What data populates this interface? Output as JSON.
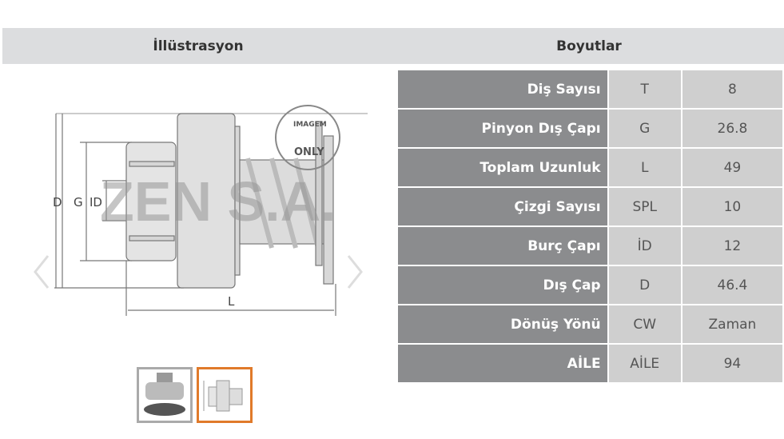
{
  "headers": {
    "illustration": "İllüstrasyon",
    "dimensions": "Boyutlar"
  },
  "drawing": {
    "labels": {
      "d": "D",
      "g": "G",
      "id": "ID",
      "l": "L"
    },
    "stamp": {
      "top": "IMAGEM",
      "bottom": "ONLY"
    },
    "watermark": "ZEN S.A."
  },
  "table": [
    {
      "label": "Diş Sayısı",
      "code": "T",
      "value": "8"
    },
    {
      "label": "Pinyon Dış Çapı",
      "code": "G",
      "value": "26.8"
    },
    {
      "label": "Toplam Uzunluk",
      "code": "L",
      "value": "49"
    },
    {
      "label": "Çizgi Sayısı",
      "code": "SPL",
      "value": "10"
    },
    {
      "label": "Burç Çapı",
      "code": "İD",
      "value": "12"
    },
    {
      "label": "Dış Çap",
      "code": "D",
      "value": "46.4"
    },
    {
      "label": "Dönüş Yönü",
      "code": "CW",
      "value": "Zaman"
    },
    {
      "label": "AİLE",
      "code": "AİLE",
      "value": "94"
    }
  ],
  "colors": {
    "label_bg": "#8b8c8e",
    "value_bg": "#cfcfcf",
    "header_bg": "#dcdddf",
    "thumb_active": "#e07a2a"
  }
}
